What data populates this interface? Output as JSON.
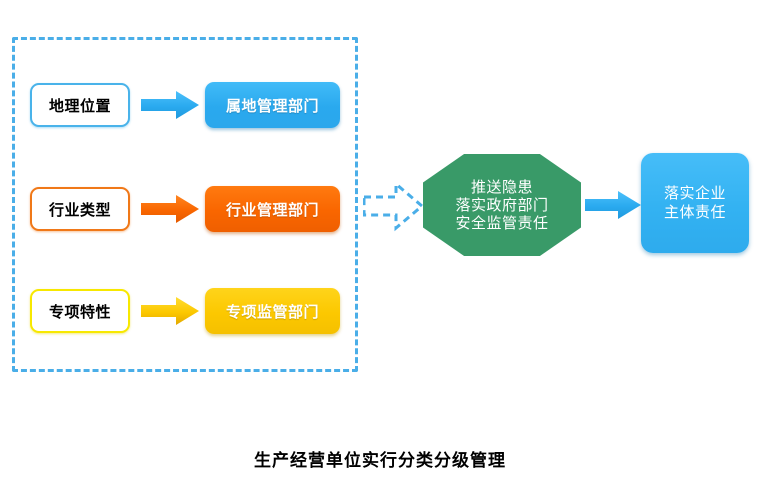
{
  "diagram": {
    "caption": "生产经营单位实行分类分级管理",
    "group": {
      "name": "classification-group",
      "border_color": "#4aaee8",
      "border_style": "dashed"
    },
    "rows": [
      {
        "criterion": "地理位置",
        "department": "属地管理部门",
        "color": "#33b5f5",
        "arrow": "blue-block-arrow"
      },
      {
        "criterion": "行业类型",
        "department": "行业管理部门",
        "color": "#f96600",
        "arrow": "orange-block-arrow"
      },
      {
        "criterion": "专项特性",
        "department": "专项监管部门",
        "color": "#fcc800",
        "arrow": "yellow-block-arrow"
      }
    ],
    "transition_arrow": {
      "name": "dashed-block-arrow",
      "color": "#4aaee8",
      "style": "dashed-outline"
    },
    "octagon": {
      "color": "#399a68",
      "lines": [
        "推送隐患",
        "落实政府部门",
        "安全监管责任"
      ]
    },
    "final_arrow": {
      "name": "blue-block-arrow",
      "color": "#33b5f5"
    },
    "outcome": {
      "color": "#33b5f5",
      "lines": [
        "落实企业",
        "主体责任"
      ]
    }
  }
}
